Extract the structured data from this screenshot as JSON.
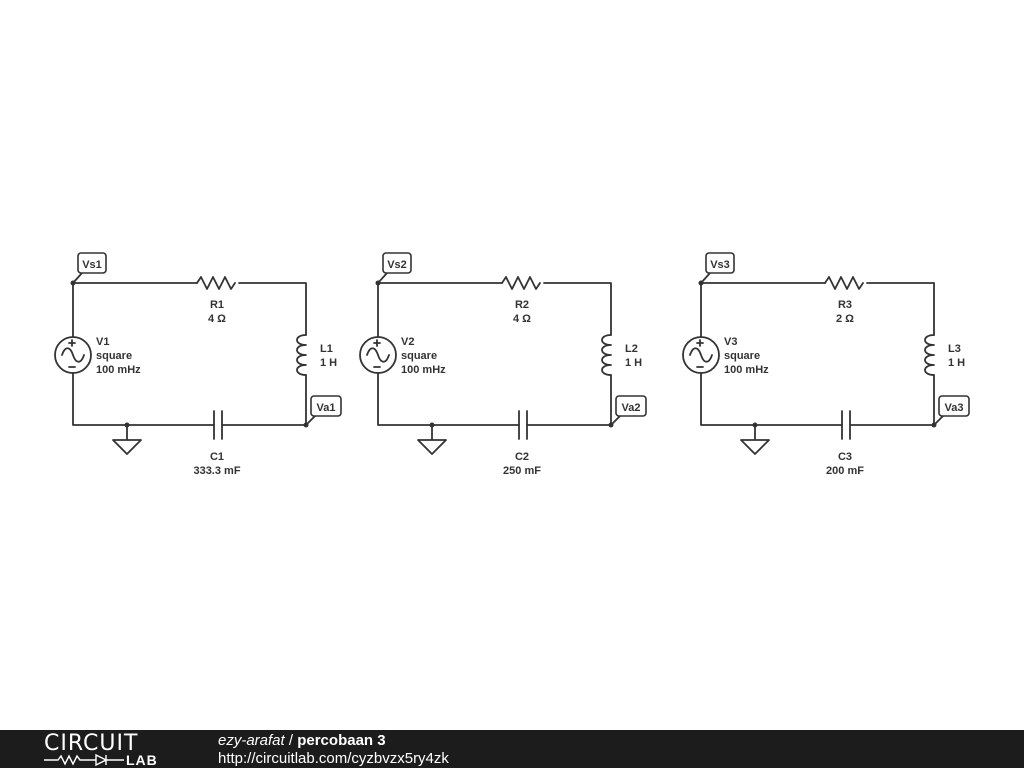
{
  "circuits": [
    {
      "source": {
        "name": "V1",
        "type": "square",
        "freq": "100 mHz"
      },
      "resistor": {
        "name": "R1",
        "value": "4 Ω"
      },
      "inductor": {
        "name": "L1",
        "value": "1 H"
      },
      "capacitor": {
        "name": "C1",
        "value": "333.3 mF"
      },
      "node_in": "Vs1",
      "node_out": "Va1"
    },
    {
      "source": {
        "name": "V2",
        "type": "square",
        "freq": "100 mHz"
      },
      "resistor": {
        "name": "R2",
        "value": "4 Ω"
      },
      "inductor": {
        "name": "L2",
        "value": "1 H"
      },
      "capacitor": {
        "name": "C2",
        "value": "250 mF"
      },
      "node_in": "Vs2",
      "node_out": "Va2"
    },
    {
      "source": {
        "name": "V3",
        "type": "square",
        "freq": "100 mHz"
      },
      "resistor": {
        "name": "R3",
        "value": "2 Ω"
      },
      "inductor": {
        "name": "L3",
        "value": "1 H"
      },
      "capacitor": {
        "name": "C3",
        "value": "200 mF"
      },
      "node_in": "Vs3",
      "node_out": "Va3"
    }
  ],
  "footer": {
    "logo_top": "CIRCUIT",
    "logo_bottom": "LAB",
    "author": "ezy-arafat",
    "separator": " / ",
    "title": "percobaan 3",
    "url": "http://circuitlab.com/cyzbvzx5ry4zk"
  },
  "colors": {
    "wire": "#333333",
    "footer_bg": "#1c1c1c",
    "background": "#ffffff"
  }
}
